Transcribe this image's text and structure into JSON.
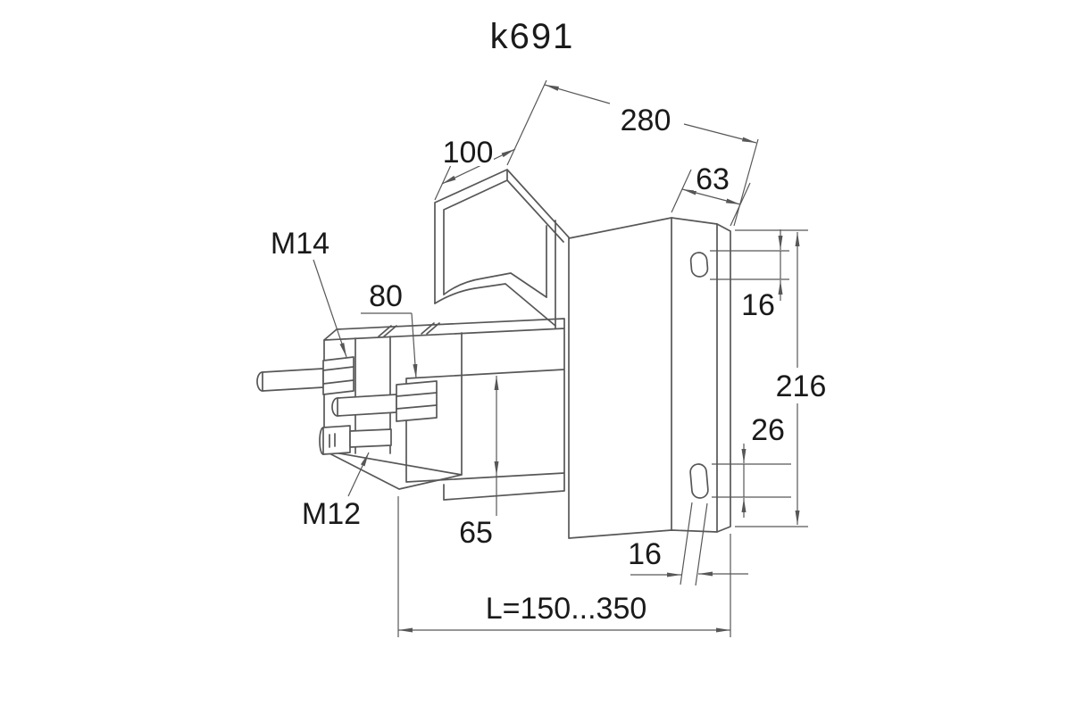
{
  "title": "k691",
  "colors": {
    "line": "#575757",
    "text": "#1a1a1a",
    "background": "#ffffff"
  },
  "dimensions": {
    "overall_width": "280",
    "channel_width": "100",
    "flange_width": "63",
    "slot_offset_top": "16",
    "plate_height": "216",
    "slot_length": "26",
    "slot_width": "16",
    "beam_height": "65",
    "bolt_spacing": "80",
    "adjustable_length": "L=150...350"
  },
  "threads": {
    "upper_bolt": "M14",
    "lower_bolt": "M12"
  }
}
